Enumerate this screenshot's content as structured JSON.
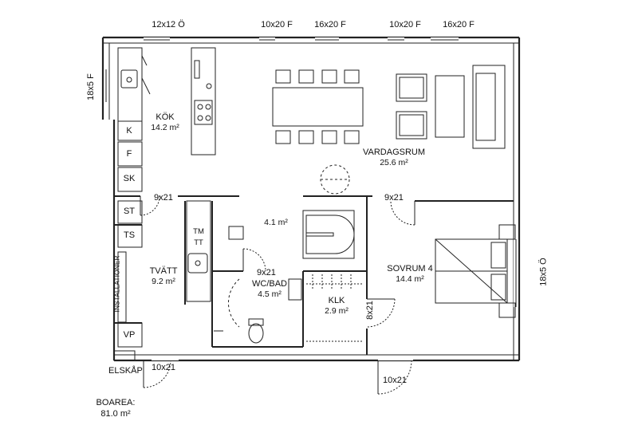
{
  "window_labels": {
    "top_1": "12x12 Ö",
    "top_2": "10x20 F",
    "top_3": "16x20 F",
    "top_4": "10x20 F",
    "top_5": "16x20 F",
    "left": "18x5 F",
    "right": "18x5 Ö"
  },
  "door_labels": {
    "kitchen_hall": "9x21",
    "living_bedroom": "9x21",
    "bath": "9x21",
    "closet": "8x21",
    "entrance": "10x21",
    "bedroom_exit": "10x21"
  },
  "rooms": {
    "kok": {
      "name": "KÖK",
      "area": "14.2 m²"
    },
    "vardagsrum": {
      "name": "VARDAGSRUM",
      "area": "25.6 m²"
    },
    "hall": {
      "name": "",
      "area": "4.1 m²"
    },
    "tvatt": {
      "name": "TVÄTT",
      "area": "9.2 m²"
    },
    "wcbad": {
      "name": "WC/BAD",
      "area": "4.5 m²"
    },
    "klk": {
      "name": "KLK",
      "area": "2.9 m²"
    },
    "sovrum": {
      "name": "SOVRUM 4",
      "area": "14.4 m²"
    }
  },
  "appliances": {
    "k": "K",
    "f": "F",
    "sk": "SK",
    "st": "ST",
    "ts": "TS",
    "tm": "TM",
    "tt": "TT",
    "vp": "VP",
    "installationer": "INSTALLATIONER"
  },
  "elskap": "ELSKÅP",
  "boarea": {
    "label": "BOAREA:",
    "value": "81.0 m²"
  }
}
